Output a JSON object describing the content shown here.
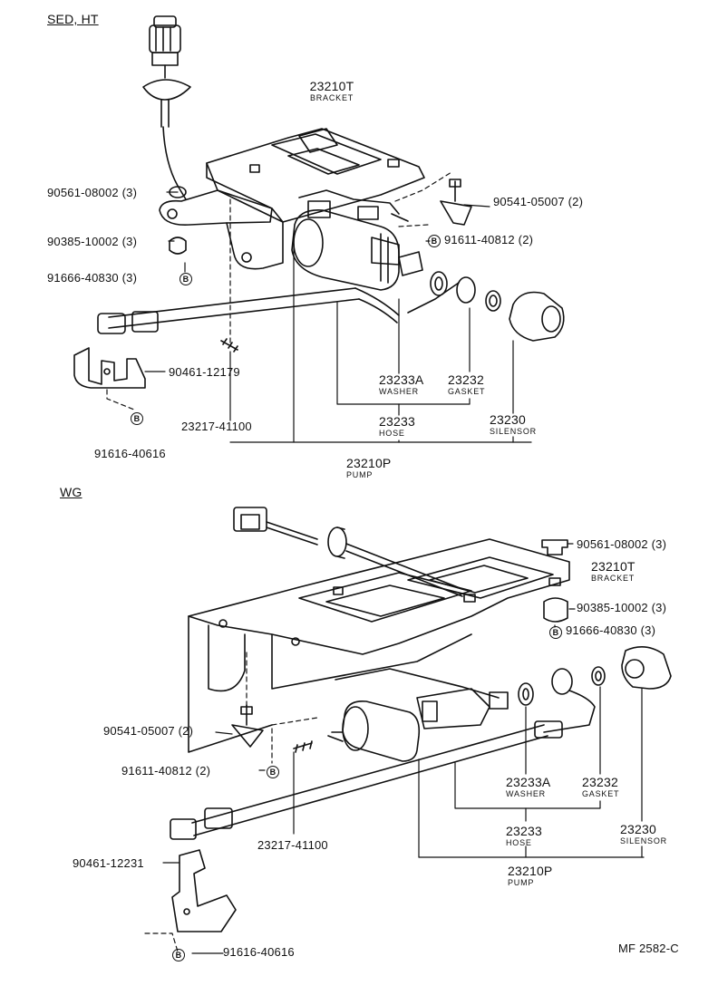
{
  "sections": {
    "top": "SED, HT",
    "bottom": "WG"
  },
  "top_parts": {
    "bracket": {
      "number": "23210T",
      "name": "BRACKET"
    },
    "washer": {
      "number": "23233A",
      "name": "WASHER"
    },
    "gasket": {
      "number": "23232",
      "name": "GASKET"
    },
    "hose": {
      "number": "23233",
      "name": "HOSE"
    },
    "silensor": {
      "number": "23230",
      "name": "SILENSOR"
    },
    "pump": {
      "number": "23210P",
      "name": "PUMP"
    },
    "p_90561": "90561-08002 (3)",
    "p_90385": "90385-10002 (3)",
    "p_91666": "91666-40830 (3)",
    "p_90541": "90541-05007 (2)",
    "p_91611": "91611-40812 (2)",
    "p_90461": "90461-12179",
    "p_23217": "23217-41100",
    "p_91616": "91616-40616"
  },
  "bottom_parts": {
    "bracket": {
      "number": "23210T",
      "name": "BRACKET"
    },
    "washer": {
      "number": "23233A",
      "name": "WASHER"
    },
    "gasket": {
      "number": "23232",
      "name": "GASKET"
    },
    "hose": {
      "number": "23233",
      "name": "HOSE"
    },
    "silensor": {
      "number": "23230",
      "name": "SILENSOR"
    },
    "pump": {
      "number": "23210P",
      "name": "PUMP"
    },
    "p_90561": "90561-08002 (3)",
    "p_90385": "90385-10002 (3)",
    "p_91666": "91666-40830 (3)",
    "p_90541": "90541-05007 (2)",
    "p_91611": "91611-40812 (2)",
    "p_90461": "90461-12231",
    "p_23217": "23217-41100",
    "p_91616": "91616-40616"
  },
  "b_marker": "B",
  "figure_code": "MF 2582-C"
}
